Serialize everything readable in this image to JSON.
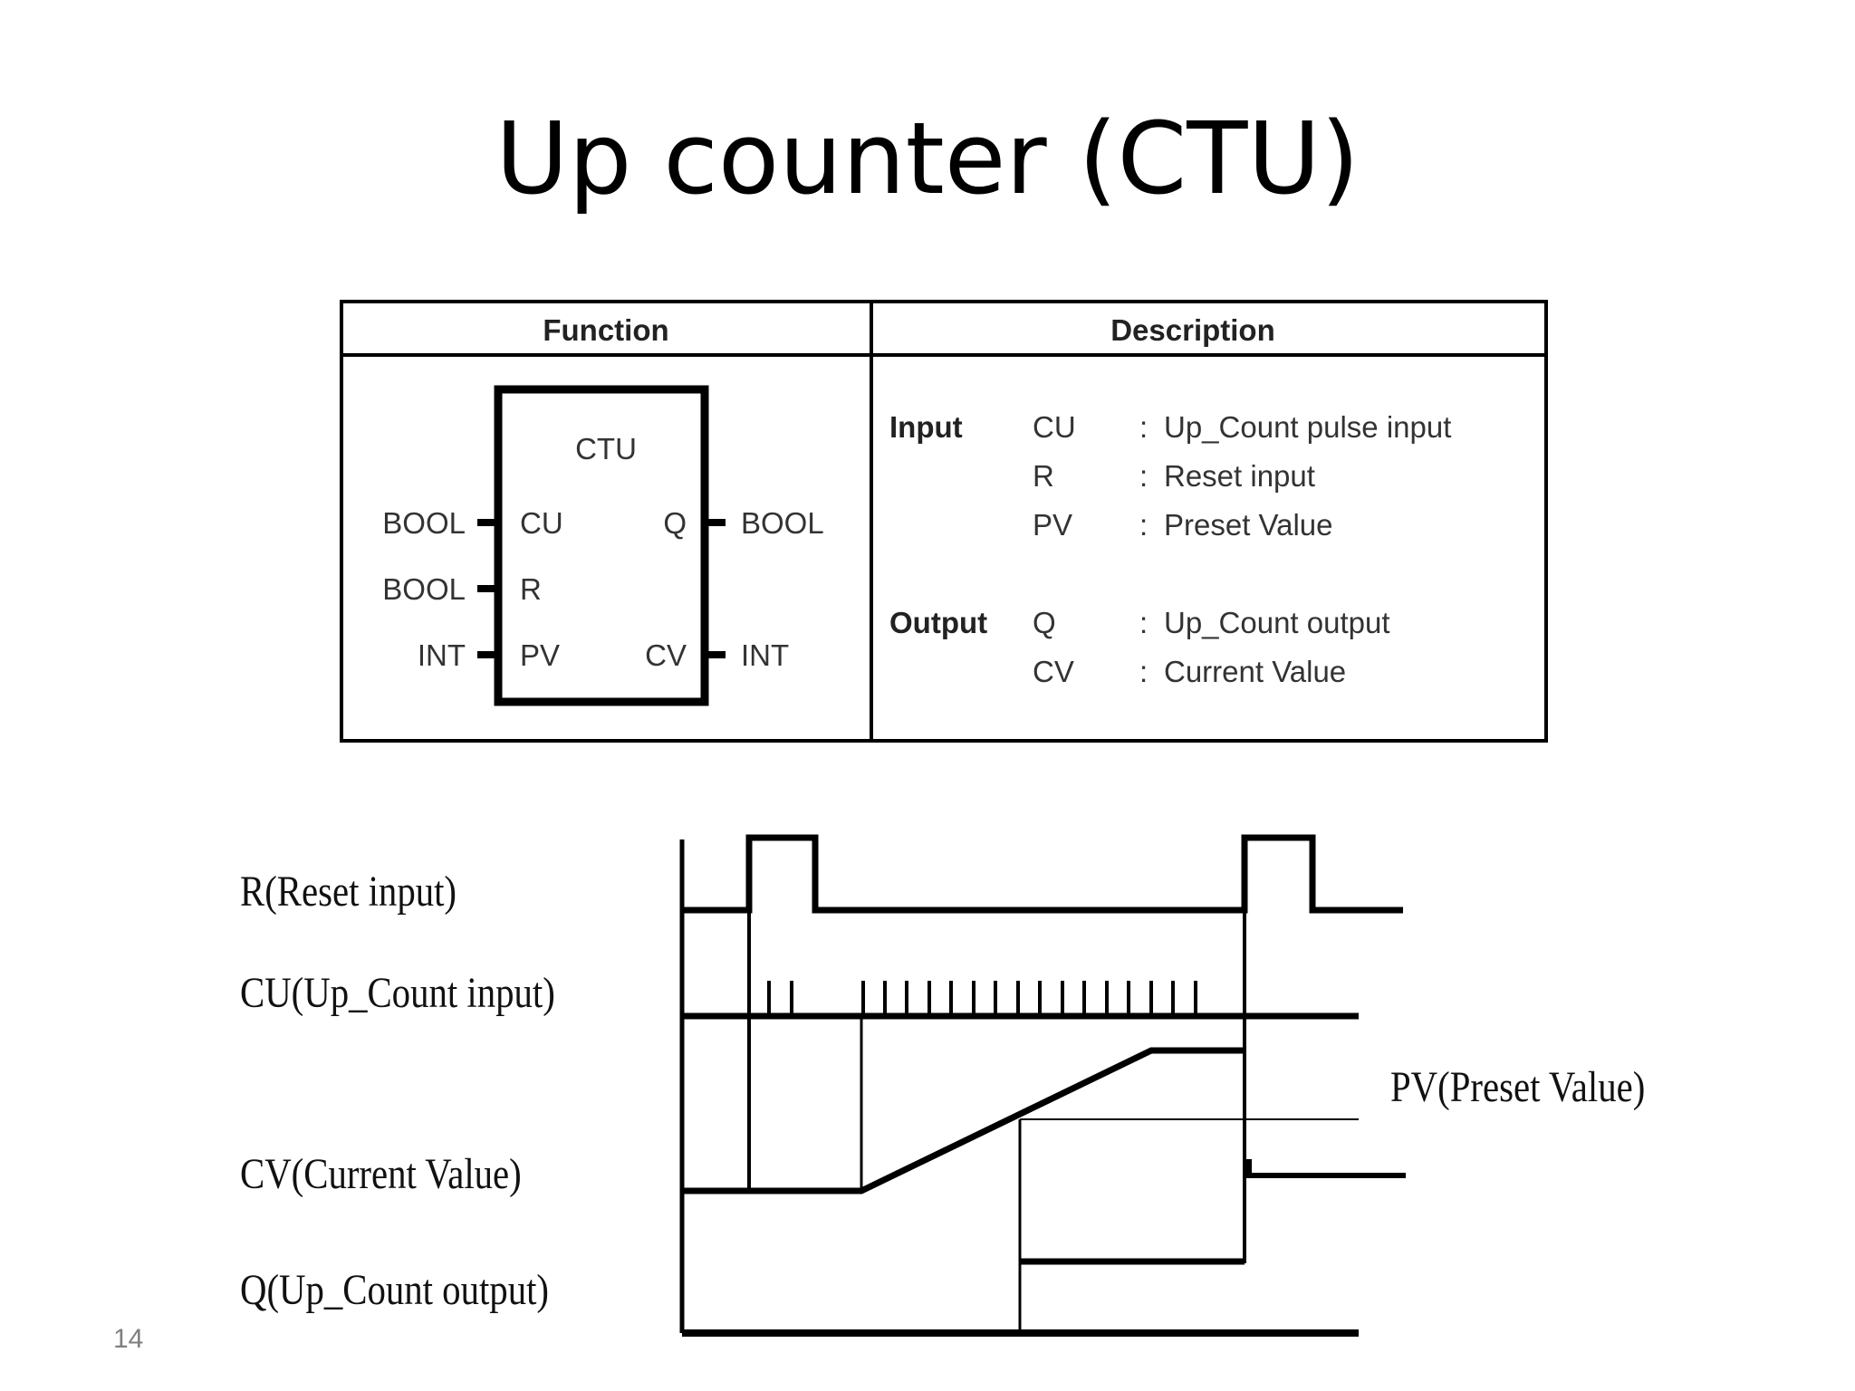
{
  "slide": {
    "title": "Up counter (CTU)",
    "page_number": "14"
  },
  "table": {
    "headers": {
      "function": "Function",
      "description": "Description"
    },
    "block": {
      "name": "CTU",
      "inputs": [
        {
          "type": "BOOL",
          "pin": "CU"
        },
        {
          "type": "BOOL",
          "pin": "R"
        },
        {
          "type": "INT",
          "pin": "PV"
        }
      ],
      "outputs": [
        {
          "pin": "Q",
          "type": "BOOL"
        },
        {
          "pin": "CV",
          "type": "INT"
        }
      ]
    },
    "description": {
      "input_label": "Input",
      "output_label": "Output",
      "input_rows": [
        {
          "pin": "CU",
          "sep": ":",
          "text": "Up_Count pulse input"
        },
        {
          "pin": "R",
          "sep": ":",
          "text": "Reset input"
        },
        {
          "pin": "PV",
          "sep": ":",
          "text": "Preset Value"
        }
      ],
      "output_rows": [
        {
          "pin": "Q",
          "sep": ":",
          "text": "Up_Count output"
        },
        {
          "pin": "CV",
          "sep": ":",
          "text": "Current Value"
        }
      ]
    }
  },
  "timing": {
    "signals": [
      "R(Reset input)",
      "CU(Up_Count input)",
      "CV(Current Value)",
      "Q(Up_Count output)"
    ],
    "pv_label": "PV(Preset Value)"
  }
}
